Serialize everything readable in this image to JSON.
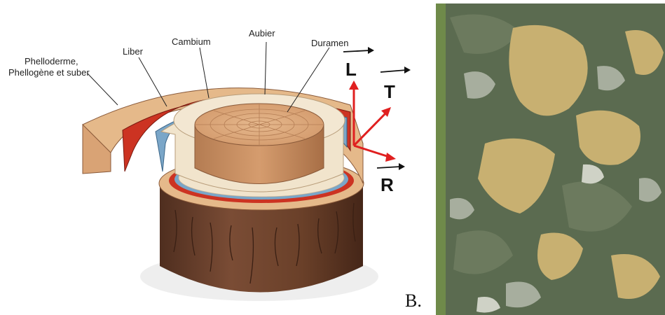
{
  "diagram": {
    "labels": {
      "phelloderme_line1": "Phelloderme,",
      "phelloderme_line2": "Phellogène et suber",
      "liber": "Liber",
      "cambium": "Cambium",
      "aubier": "Aubier",
      "duramen": "Duramen"
    },
    "axes": {
      "l": "L",
      "t": "T",
      "r": "R"
    },
    "colors": {
      "arrow": "#e02020",
      "heartwood": "#d9a77c",
      "sapwood": "#f1e4cc",
      "cambium": "#7aa6c8",
      "liber": "#cc3322",
      "outer_bark": "#e5b98a",
      "trunk": "#6e4430"
    }
  },
  "photo": {
    "label": "B.",
    "icon": "plane-tree-bark-photo"
  }
}
